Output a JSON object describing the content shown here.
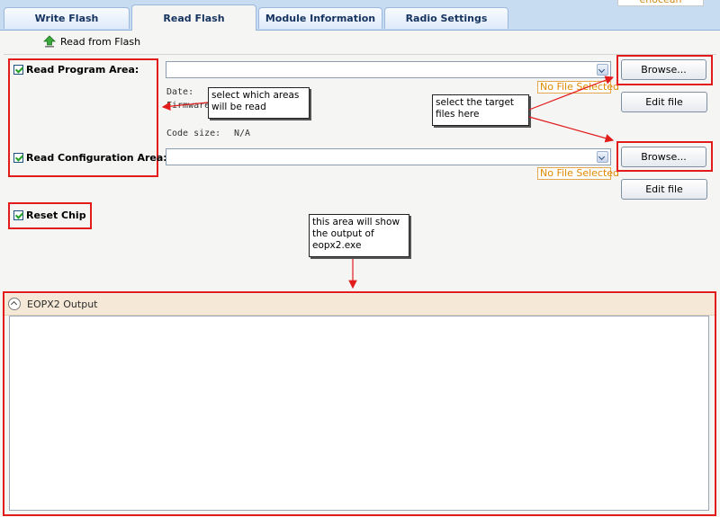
{
  "tabs": [
    {
      "label": "Write Flash",
      "active": false
    },
    {
      "label": "Read Flash",
      "active": true
    },
    {
      "label": "Module Information",
      "active": false
    },
    {
      "label": "Radio Settings",
      "active": false
    }
  ],
  "logo_text": "enocean",
  "toolbar": {
    "read_label": "Read from Flash",
    "icon": "upload-arrow-icon"
  },
  "program": {
    "label": "Read Program Area:",
    "checked": true,
    "file_status": "No File Selected",
    "date_label": "Date:",
    "firmware_label": "Firmware",
    "code_size_label": "Code size:",
    "code_size_value": "N/A"
  },
  "configuration": {
    "label": "Read Configuration Area:",
    "checked": true,
    "file_status": "No File Selected"
  },
  "reset": {
    "label": "Reset Chip",
    "checked": true
  },
  "buttons": {
    "browse": "Browse...",
    "edit": "Edit file"
  },
  "annotations": {
    "areas_note": "select which areas will be read",
    "target_note": "select the target files here",
    "output_note": "this area will show the output of eopx2.exe"
  },
  "output": {
    "title": "EOPX2 Output",
    "content": ""
  },
  "colors": {
    "annotation_red": "#e21b1b",
    "status_orange": "#e08a00",
    "tab_bg": "#c8dcf1",
    "output_header": "#f6e8d7"
  }
}
